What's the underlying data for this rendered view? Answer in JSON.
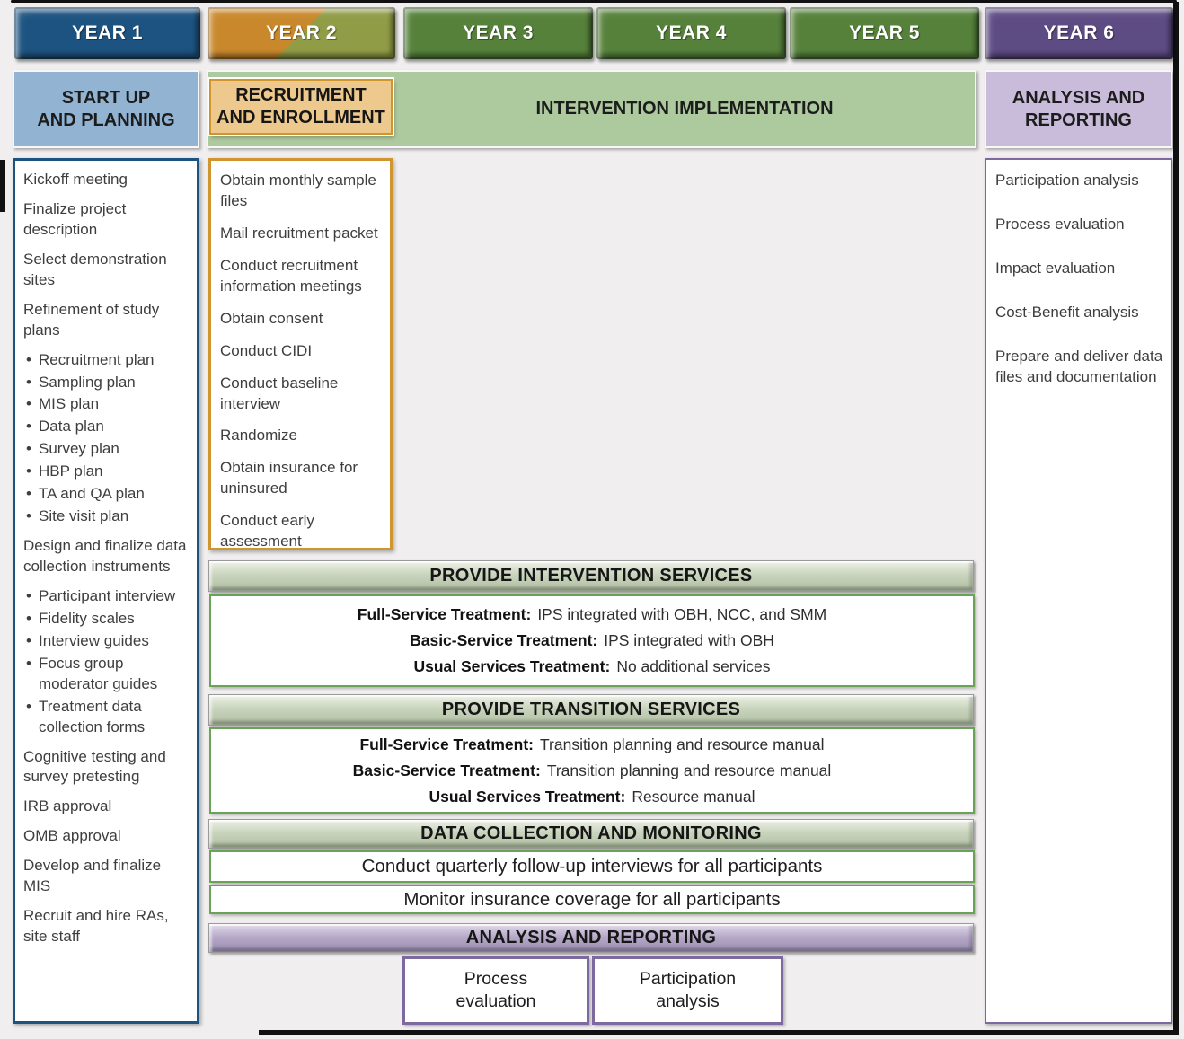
{
  "figure": {
    "type": "project-timeline-diagram",
    "years": [
      {
        "label": "YEAR 1",
        "theme": "blue"
      },
      {
        "label": "YEAR 2",
        "theme": "orange-olive-split"
      },
      {
        "label": "YEAR 3",
        "theme": "green"
      },
      {
        "label": "YEAR 4",
        "theme": "green"
      },
      {
        "label": "YEAR 5",
        "theme": "green"
      },
      {
        "label": "YEAR 6",
        "theme": "purple"
      }
    ],
    "phases": {
      "startup": {
        "title": "START UP\nAND PLANNING"
      },
      "recruitment": {
        "title": "RECRUITMENT\nAND ENROLLMENT"
      },
      "implementation": {
        "title": "INTERVENTION IMPLEMENTATION"
      },
      "analysis": {
        "title": "ANALYSIS AND\nREPORTING"
      }
    },
    "columns": {
      "startup": {
        "tasks": [
          {
            "text": "Kickoff meeting"
          },
          {
            "text": "Finalize project description"
          },
          {
            "text": "Select demonstration sites"
          },
          {
            "text": "Refinement of study plans"
          },
          {
            "bullets": [
              "Recruitment plan",
              "Sampling plan",
              "MIS plan",
              "Data plan",
              "Survey plan",
              "HBP plan",
              "TA and QA plan",
              "Site visit plan"
            ]
          },
          {
            "text": "Design and finalize data collection instruments"
          },
          {
            "bullets": [
              "Participant interview",
              "Fidelity scales",
              "Interview guides",
              "Focus group moderator guides",
              "Treatment data collection forms"
            ]
          },
          {
            "text": "Cognitive testing and survey pretesting"
          },
          {
            "text": "IRB approval"
          },
          {
            "text": "OMB approval"
          },
          {
            "text": "Develop and finalize MIS"
          },
          {
            "text": "Recruit and hire RAs, site staff"
          }
        ]
      },
      "recruitment": {
        "tasks": [
          {
            "text": "Obtain monthly sample files"
          },
          {
            "text": "Mail recruitment packet"
          },
          {
            "text": "Conduct recruitment information meetings"
          },
          {
            "text": "Obtain consent"
          },
          {
            "text": "Conduct CIDI"
          },
          {
            "text": "Conduct baseline interview"
          },
          {
            "text": "Randomize"
          },
          {
            "text": "Obtain insurance for uninsured"
          },
          {
            "text": "Conduct early assessment"
          }
        ]
      },
      "analysis": {
        "tasks": [
          {
            "text": "Participation analysis"
          },
          {
            "text": "Process evaluation"
          },
          {
            "text": "Impact evaluation"
          },
          {
            "text": "Cost-Benefit analysis"
          },
          {
            "text": "Prepare and deliver data files and documentation"
          }
        ]
      }
    },
    "sections": {
      "intervention": {
        "title": "PROVIDE INTERVENTION SERVICES",
        "rows": [
          {
            "label": "Full-Service Treatment:",
            "text": "IPS integrated with OBH, NCC, and SMM"
          },
          {
            "label": "Basic-Service Treatment:",
            "text": "IPS integrated with OBH"
          },
          {
            "label": "Usual Services Treatment:",
            "text": "No additional services"
          }
        ]
      },
      "transition": {
        "title": "PROVIDE TRANSITION SERVICES",
        "rows": [
          {
            "label": "Full-Service Treatment:",
            "text": "Transition planning and resource manual"
          },
          {
            "label": "Basic-Service Treatment:",
            "text": "Transition planning and resource manual"
          },
          {
            "label": "Usual Services Treatment:",
            "text": "Resource manual"
          }
        ]
      },
      "data_collection": {
        "title": "DATA COLLECTION AND MONITORING",
        "rows": [
          "Conduct quarterly follow-up interviews for all participants",
          "Monitor insurance coverage for all participants"
        ]
      },
      "analysis_reporting": {
        "title": "ANALYSIS AND REPORTING",
        "boxes": [
          "Process\nevaluation",
          "Participation\nanalysis"
        ]
      }
    }
  },
  "colors": {
    "year1_blue": "#1d5380",
    "year_green": "#55813a",
    "year2_orange": "#c9882b",
    "year2_olive": "#909c46",
    "year6_purple": "#5d4b83",
    "startup_fill": "#92b4d2",
    "recruit_fill": "#edc98e",
    "recruit_border": "#d0952f",
    "impl_fill": "#adc99e",
    "analysis_fill": "#c9bcda",
    "bar_green": "#c9d4bd",
    "bar_purple": "#b7aac9",
    "panel_border_green": "#6aa355",
    "panel_border_purple": "#7d68a0",
    "col_border_blue": "#1d5380",
    "text_dark": "#3e3e3e",
    "page_bg": "#f0eeee",
    "frame_black": "#111111"
  }
}
